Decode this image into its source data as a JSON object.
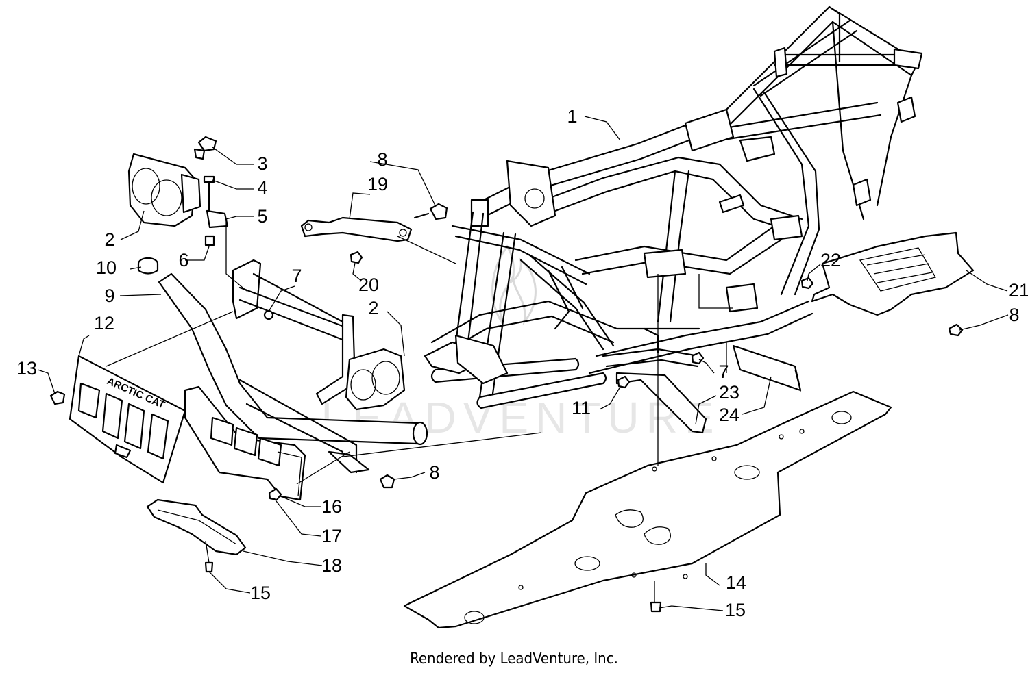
{
  "diagram": {
    "callouts": [
      {
        "id": "c1",
        "label": "1"
      },
      {
        "id": "c2a",
        "label": "2"
      },
      {
        "id": "c2b",
        "label": "2"
      },
      {
        "id": "c3",
        "label": "3"
      },
      {
        "id": "c4",
        "label": "4"
      },
      {
        "id": "c5",
        "label": "5"
      },
      {
        "id": "c6",
        "label": "6"
      },
      {
        "id": "c7a",
        "label": "7"
      },
      {
        "id": "c7b",
        "label": "7"
      },
      {
        "id": "c8a",
        "label": "8"
      },
      {
        "id": "c8b",
        "label": "8"
      },
      {
        "id": "c8c",
        "label": "8"
      },
      {
        "id": "c9",
        "label": "9"
      },
      {
        "id": "c10",
        "label": "10"
      },
      {
        "id": "c11",
        "label": "11"
      },
      {
        "id": "c12",
        "label": "12"
      },
      {
        "id": "c13",
        "label": "13"
      },
      {
        "id": "c14",
        "label": "14"
      },
      {
        "id": "c15a",
        "label": "15"
      },
      {
        "id": "c15b",
        "label": "15"
      },
      {
        "id": "c16",
        "label": "16"
      },
      {
        "id": "c17",
        "label": "17"
      },
      {
        "id": "c18",
        "label": "18"
      },
      {
        "id": "c19",
        "label": "19"
      },
      {
        "id": "c20",
        "label": "20"
      },
      {
        "id": "c21",
        "label": "21"
      },
      {
        "id": "c22",
        "label": "22"
      },
      {
        "id": "c23",
        "label": "23"
      },
      {
        "id": "c24",
        "label": "24"
      }
    ],
    "grille_logo": "ARCTIC CAT",
    "watermark": "LEADVENTURE"
  },
  "footer": {
    "credit": "Rendered by LeadVenture, Inc."
  }
}
